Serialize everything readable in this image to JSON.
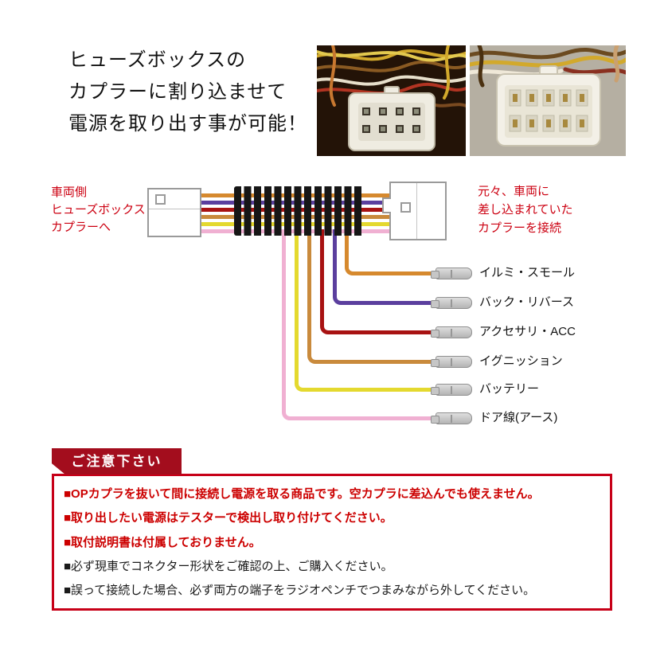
{
  "header": {
    "lines": [
      "ヒューズボックスの",
      "カプラーに割り込ませて",
      "電源を取り出す事が可能！"
    ]
  },
  "diagram": {
    "left_label_lines": [
      "車両側",
      "ヒューズボックス",
      "カプラーへ"
    ],
    "right_label_lines": [
      "元々、車両に",
      "差し込まれていた",
      "カプラーを接続"
    ],
    "label_color": "#cc0011",
    "tube_color": "#161616",
    "bundle_colors": [
      "#d6892e",
      "#5b3f9e",
      "#a81212",
      "#c98a3c",
      "#e4d92f",
      "#f0b0d2"
    ],
    "branches": [
      {
        "label": "イルミ・スモール",
        "color": "#d6892e"
      },
      {
        "label": "バック・リバース",
        "color": "#5b3f9e"
      },
      {
        "label": "アクセサリ・ACC",
        "color": "#a81212"
      },
      {
        "label": "イグニッション",
        "color": "#c98a3c"
      },
      {
        "label": "バッテリー",
        "color": "#e4d92f"
      },
      {
        "label": "ドア線(アース)",
        "color": "#f0b0d2"
      }
    ]
  },
  "notice": {
    "title": "ご注意下さい",
    "accent_color": "#c70018",
    "banner_color": "#a30d1d",
    "items": [
      {
        "text": "■OPカプラを抜いて間に接続し電源を取る商品です。空カプラに差込んでも使えません。",
        "emphasis": true
      },
      {
        "text": "■取り出したい電源はテスターで検出し取り付けてください。",
        "emphasis": true
      },
      {
        "text": "■取付説明書は付属しておりません。",
        "emphasis": true
      },
      {
        "text": "■必ず現車でコネクター形状をご確認の上、ご購入ください。",
        "emphasis": false
      },
      {
        "text": "■誤って接続した場合、必ず両方の端子をラジオペンチでつまみながら外してください。",
        "emphasis": false
      }
    ]
  }
}
